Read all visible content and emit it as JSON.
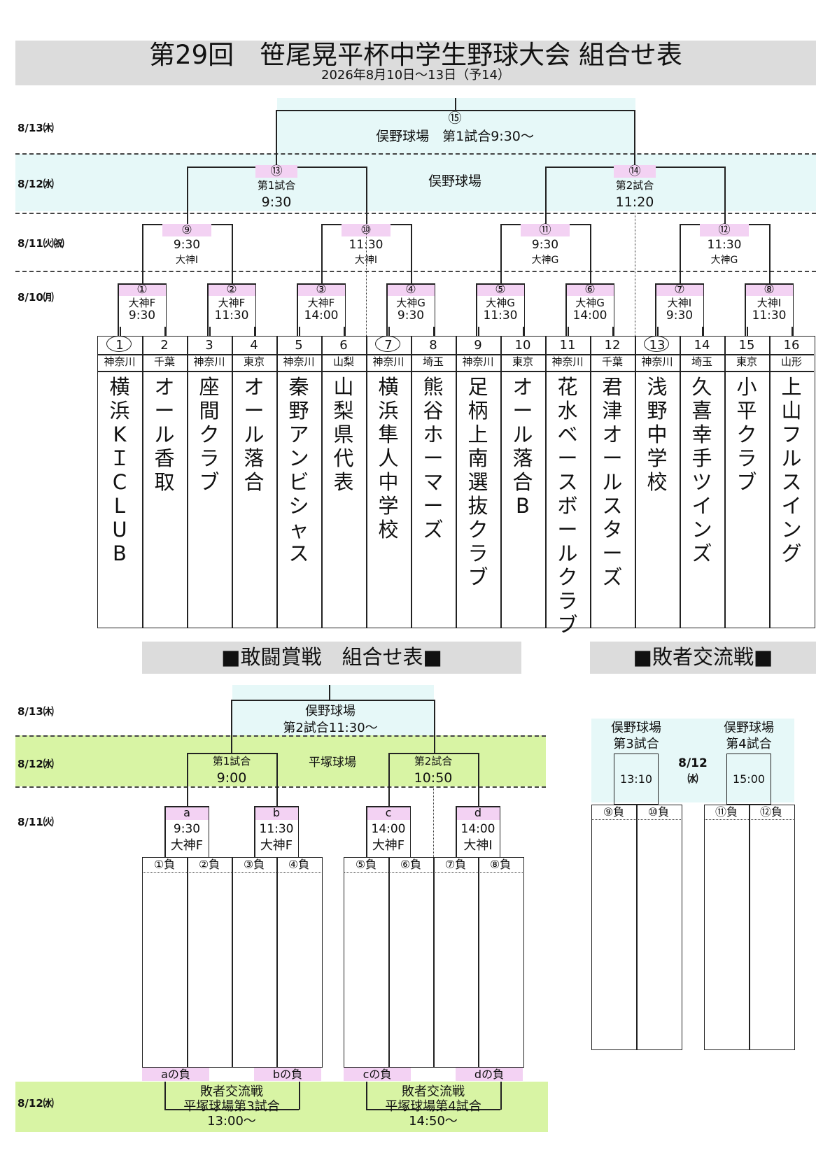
{
  "title": "第29回　笹尾晃平杯中学生野球大会 組合せ表",
  "subtitle": "2026年8月10日～13日（予14）",
  "dates": {
    "d13": "8/13㈭",
    "d12": "8/12㈬",
    "d11h": "8/11㈫㈷",
    "d10": "8/10㈪",
    "d11": "8/11㈫"
  },
  "final": {
    "num": "⑮",
    "venue": "俣野球場　第1試合9:30～"
  },
  "semis": [
    {
      "num": "⑬",
      "game": "第1試合",
      "time": "9:30"
    },
    {
      "num": "⑭",
      "game": "第2試合",
      "time": "11:20"
    }
  ],
  "semi_venue": "俣野球場",
  "round2": [
    {
      "num": "⑨",
      "time": "9:30",
      "venue": "大神I"
    },
    {
      "num": "⑩",
      "time": "11:30",
      "venue": "大神I"
    },
    {
      "num": "⑪",
      "time": "9:30",
      "venue": "大神G"
    },
    {
      "num": "⑫",
      "time": "11:30",
      "venue": "大神G"
    }
  ],
  "round1": [
    {
      "num": "①",
      "venue": "大神F",
      "time": "9:30"
    },
    {
      "num": "②",
      "venue": "大神F",
      "time": "11:30"
    },
    {
      "num": "③",
      "venue": "大神F",
      "time": "14:00"
    },
    {
      "num": "④",
      "venue": "大神G",
      "time": "9:30"
    },
    {
      "num": "⑤",
      "venue": "大神G",
      "time": "11:30"
    },
    {
      "num": "⑥",
      "venue": "大神G",
      "time": "14:00"
    },
    {
      "num": "⑦",
      "venue": "大神I",
      "time": "9:30"
    },
    {
      "num": "⑧",
      "venue": "大神I",
      "time": "11:30"
    }
  ],
  "teams": [
    {
      "no": "1",
      "circled": true,
      "pref": "神奈川",
      "name": "横浜KＩCLUB"
    },
    {
      "no": "2",
      "circled": false,
      "pref": "千葉",
      "name": "オール香取"
    },
    {
      "no": "3",
      "circled": false,
      "pref": "神奈川",
      "name": "座間クラブ"
    },
    {
      "no": "4",
      "circled": false,
      "pref": "東京",
      "name": "オール落合"
    },
    {
      "no": "5",
      "circled": false,
      "pref": "神奈川",
      "name": "秦野アンビシャス"
    },
    {
      "no": "6",
      "circled": false,
      "pref": "山梨",
      "name": "山梨県代表"
    },
    {
      "no": "7",
      "circled": true,
      "pref": "神奈川",
      "name": "横浜隼人中学校"
    },
    {
      "no": "8",
      "circled": false,
      "pref": "埼玉",
      "name": "熊谷ホーマーズ"
    },
    {
      "no": "9",
      "circled": false,
      "pref": "神奈川",
      "name": "足柄上南選抜クラブ"
    },
    {
      "no": "10",
      "circled": false,
      "pref": "東京",
      "name": "オール落合B"
    },
    {
      "no": "11",
      "circled": false,
      "pref": "神奈川",
      "name": "花水ベースボールクラブ"
    },
    {
      "no": "12",
      "circled": false,
      "pref": "千葉",
      "name": "君津オールスターズ"
    },
    {
      "no": "13",
      "circled": true,
      "pref": "神奈川",
      "name": "浅野中学校"
    },
    {
      "no": "14",
      "circled": false,
      "pref": "埼玉",
      "name": "久喜幸手ツインズ"
    },
    {
      "no": "15",
      "circled": false,
      "pref": "東京",
      "name": "小平クラブ"
    },
    {
      "no": "16",
      "circled": false,
      "pref": "山形",
      "name": "上山フルスイング"
    }
  ],
  "consolation": {
    "title": "■敢闘賞戦　組合せ表■",
    "final": {
      "venue": "俣野球場",
      "game": "第2試合11:30～"
    },
    "semi_venue": "平塚球場",
    "semis": [
      {
        "game": "第1試合",
        "time": "9:00"
      },
      {
        "game": "第2試合",
        "time": "10:50"
      }
    ],
    "round1": [
      {
        "label": "a",
        "time": "9:30",
        "venue": "大神F"
      },
      {
        "label": "b",
        "time": "11:30",
        "venue": "大神F"
      },
      {
        "label": "c",
        "time": "14:00",
        "venue": "大神F"
      },
      {
        "label": "d",
        "time": "14:00",
        "venue": "大神I"
      }
    ],
    "slots": [
      "①負",
      "②負",
      "③負",
      "④負",
      "⑤負",
      "⑥負",
      "⑦負",
      "⑧負"
    ],
    "losers": [
      "aの負",
      "bの負",
      "cの負",
      "dの負"
    ],
    "exchange": [
      {
        "l1": "敗者交流戦",
        "l2": "平塚球場第3試合",
        "time": "13:00～"
      },
      {
        "l1": "敗者交流戦",
        "l2": "平塚球場第4試合",
        "time": "14:50～"
      }
    ]
  },
  "exchange_side": {
    "title": "■敗者交流戦■",
    "date": "8/12",
    "day": "㈬",
    "games": [
      {
        "venue": "俣野球場",
        "game": "第3試合",
        "time": "13:10",
        "slots": [
          "⑨負",
          "⑩負"
        ]
      },
      {
        "venue": "俣野球場",
        "game": "第4試合",
        "time": "15:00",
        "slots": [
          "⑪負",
          "⑫負"
        ]
      }
    ]
  }
}
